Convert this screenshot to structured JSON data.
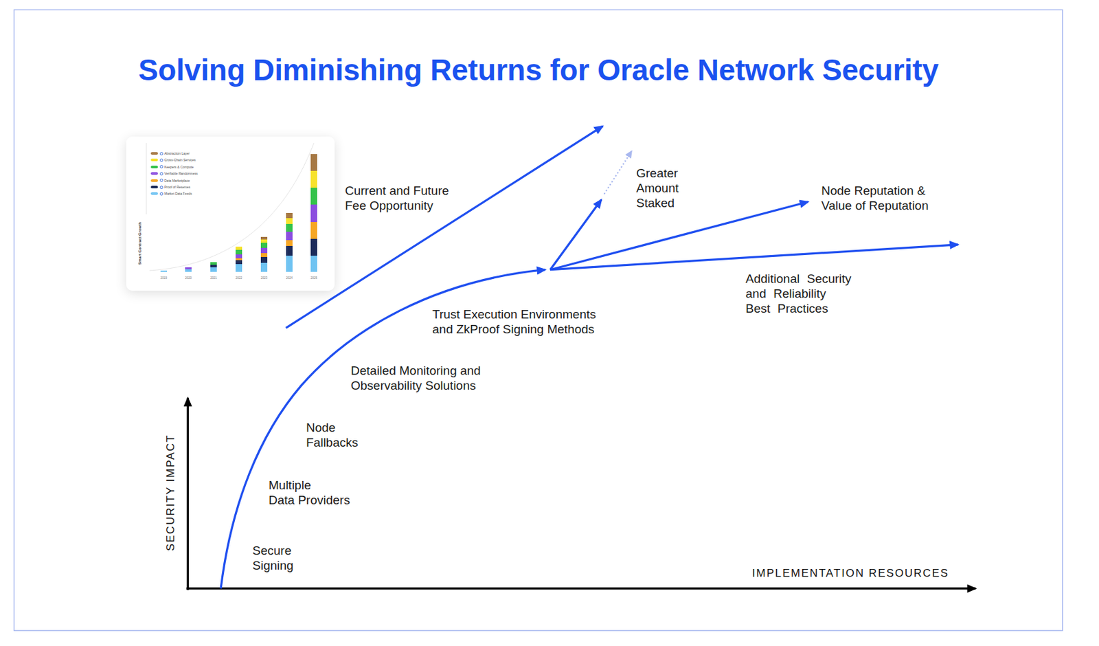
{
  "diagram": {
    "title": "Solving Diminishing Returns for Oracle Network Security",
    "labels": [
      "Current and Future Fee Opportunity",
      "Greater Amount Staked",
      "Node Reputation & Value of Reputation",
      "Additional Security and Reliability Best Practices",
      "Trust Execution Environments and ZkProof Signing Methods",
      "Detailed Monitoring and Observability Solutions",
      "Node Fallbacks",
      "Multiple Data Providers",
      "Secure Signing",
      "SECURITY IMPACT",
      "IMPLEMENTATION RESOURCES",
      "Smart Contract Growth",
      "2019",
      "2020",
      "2021",
      "2022",
      "2023",
      "2024",
      "2025"
    ],
    "legend": [
      {
        "text": "Abstraction Layer",
        "color": "#a67843"
      },
      {
        "text": "Cross-Chain Services",
        "color": "#f7e22c"
      },
      {
        "text": "Keepers & Compute",
        "color": "#34c24a"
      },
      {
        "text": "Verifiable Randomness",
        "color": "#8b4ddf"
      },
      {
        "text": "Data Marketplace",
        "color": "#f6a623"
      },
      {
        "text": "Proof of Reserves",
        "color": "#1c2b5a"
      },
      {
        "text": "Market Data Feeds",
        "color": "#6fc3f2"
      }
    ]
  }
}
